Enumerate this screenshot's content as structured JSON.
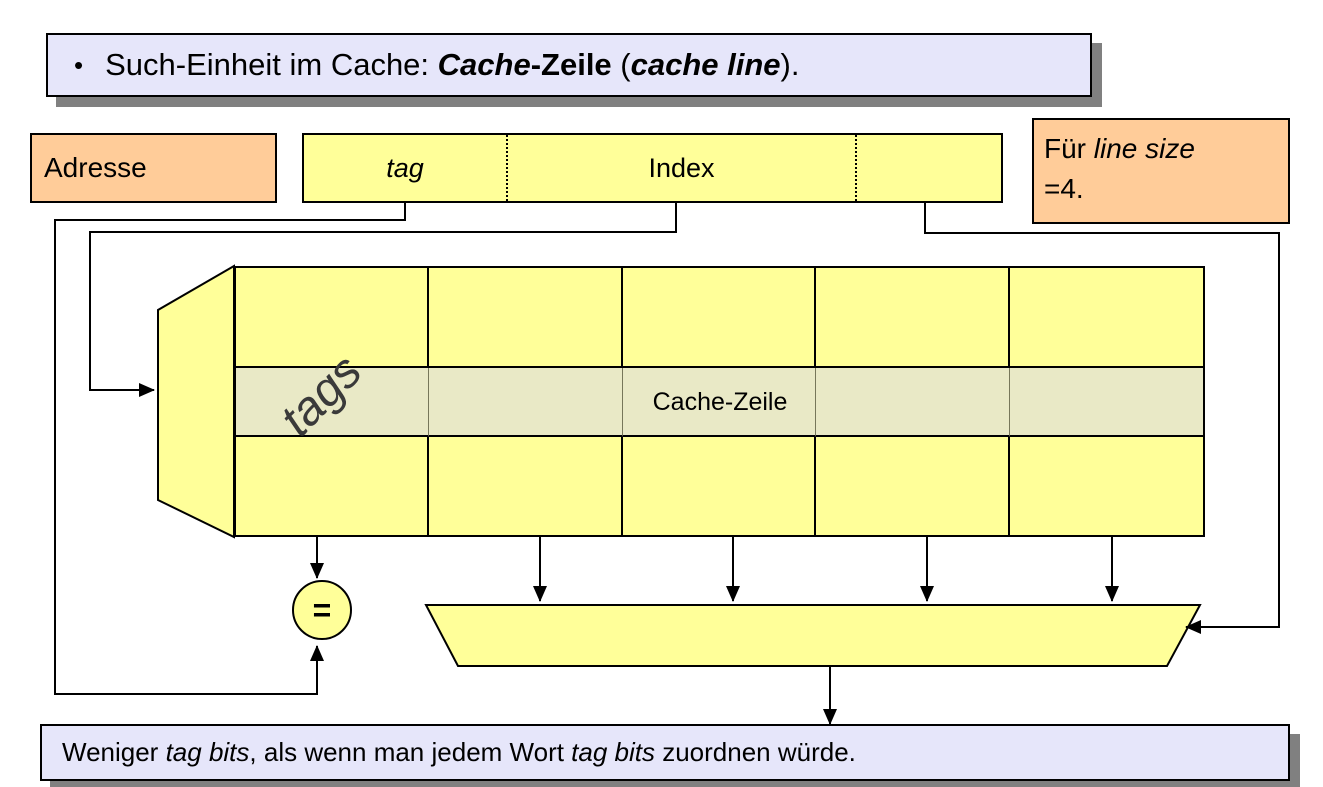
{
  "slide": {
    "title": {
      "bullet": "•",
      "runs": {
        "r1": "Such-Einheit im Cache: ",
        "r2": "Cache",
        "r3": "-Zeile",
        "r4": " (",
        "r5": "cache line",
        "r6": ")."
      }
    },
    "address_box": {
      "label": "Adresse"
    },
    "address_bar": {
      "tag": "tag",
      "index": "Index"
    },
    "line_size_note": {
      "r1": "Für ",
      "r2": "line size",
      "line2": "=4."
    },
    "cache": {
      "row_label": "Cache-Zeile",
      "tags_label": "tags"
    },
    "comparator": {
      "label": "="
    },
    "footer": {
      "runs": {
        "r1": "Weniger ",
        "r2": "tag bits",
        "r3": ", als wenn man jedem Wort ",
        "r4": "tag bits",
        "r5": " zuordnen würde."
      }
    },
    "colors": {
      "yellow": "#FFFF99",
      "row_highlight": "#E9E9C6",
      "orange": "#FFCC99",
      "lavender": "#E6E6FA",
      "shadow_gray": "#808080",
      "line_black": "#000000"
    }
  }
}
